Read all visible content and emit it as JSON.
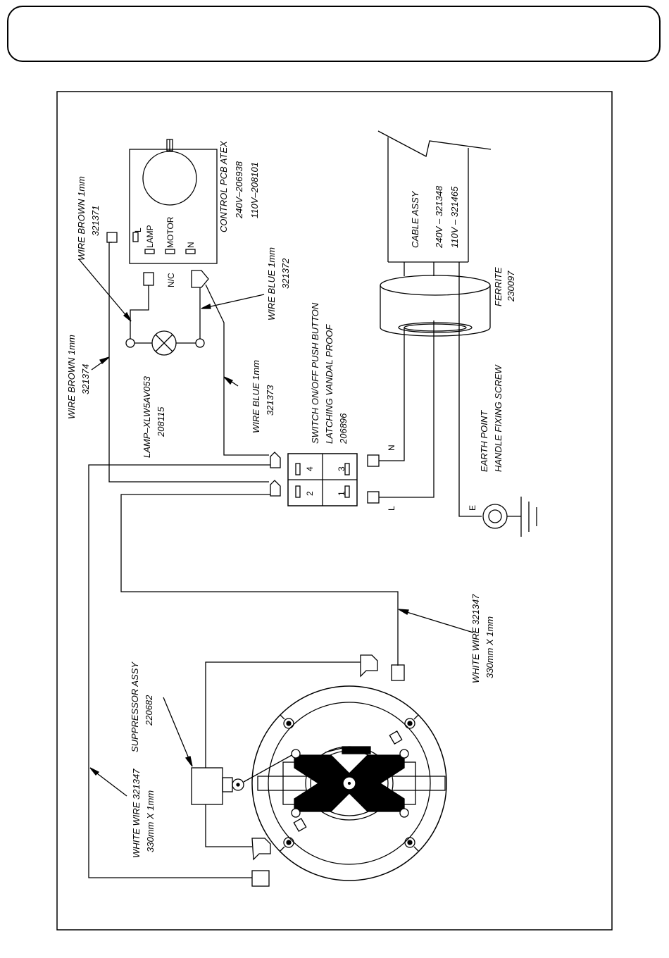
{
  "labels": {
    "control_pcb": [
      "CONTROL PCB ATEX",
      "240V–206938",
      "110V–208101"
    ],
    "wire_brown_top": [
      "WIRE BROWN 1mm",
      "321371"
    ],
    "wire_brown_left": [
      "WIRE BROWN 1mm",
      "321374"
    ],
    "wire_blue_1": [
      "WIRE BLUE 1mm",
      "321372"
    ],
    "wire_blue_2": [
      "WIRE BLUE 1mm",
      "321373"
    ],
    "lamp": [
      "LAMP–XLW5AV053",
      "208115"
    ],
    "switch": [
      "SWITCH ON/OFF PUSH BUTTON",
      "LATCHING VANDAL PROOF",
      "206896"
    ],
    "cable_assy": [
      "CABLE ASSY",
      "240V  –  321348",
      "110V  –  321465"
    ],
    "ferrite": [
      "FERRITE",
      "230097"
    ],
    "earth_point": [
      "EARTH POINT",
      "HANDLE FIXING SCREW"
    ],
    "white_wire_right": [
      "WHITE WIRE 321347",
      "330mm X 1mm"
    ],
    "white_wire_left": [
      "WHITE WIRE 321347",
      "330mm X 1mm"
    ],
    "suppressor": [
      "SUPPRESSOR ASSY",
      "220682"
    ]
  },
  "pcb_pins": [
    "L",
    "LAMP",
    "MOTOR",
    "N"
  ],
  "pcb_nc": "N/C",
  "switch_terminals": [
    "4",
    "3",
    "2",
    "1"
  ],
  "line_labels": {
    "n": "N",
    "l": "L",
    "e": "E"
  }
}
